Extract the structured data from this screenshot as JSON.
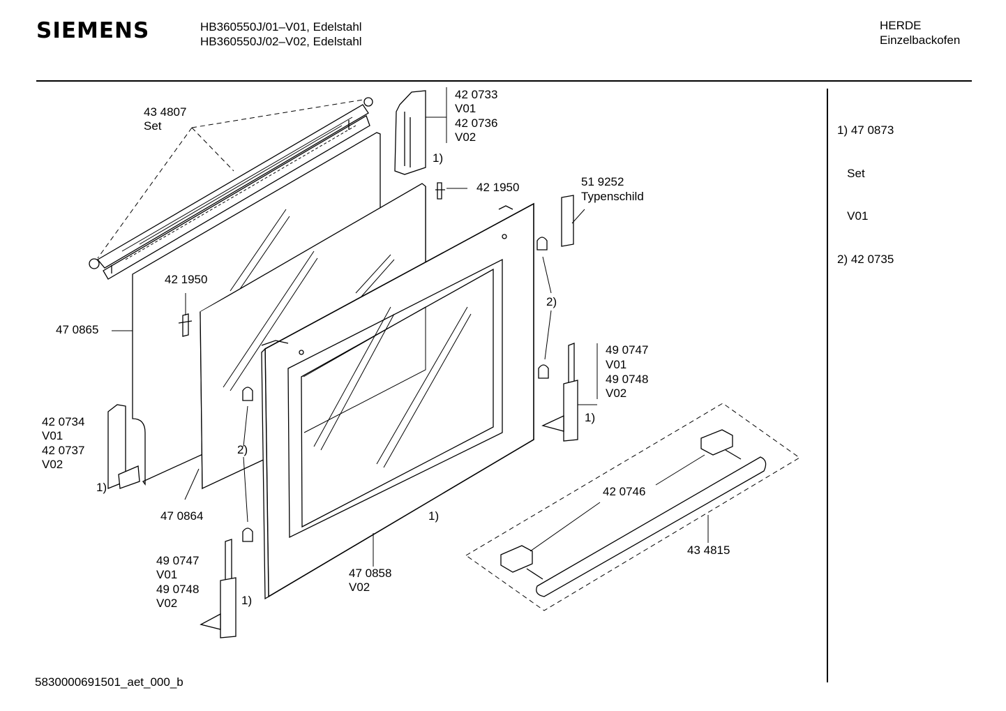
{
  "header": {
    "brand": "SIEMENS",
    "model_line_1": "HB360550J/01–V01, Edelstahl",
    "model_line_2": "HB360550J/02–V02, Edelstahl",
    "category_line_1": "HERDE",
    "category_line_2": "Einzelbackofen"
  },
  "legend": {
    "lines": [
      "1) 47 0873",
      "   Set",
      "   V01",
      "2) 42 0735"
    ]
  },
  "footer": {
    "document_id": "5830000691501_aet_000_b"
  },
  "parts": {
    "p434807": [
      "43 4807",
      "Set"
    ],
    "p420733": [
      "42 0733",
      "V01",
      "42 0736",
      "V02"
    ],
    "fn_top_bracket": "1)",
    "p421950_top": "42 1950",
    "p519252": [
      "51 9252",
      "Typenschild"
    ],
    "p421950_left": "42 1950",
    "p470865": "47 0865",
    "fn_hinge_right_top": "2)",
    "p490747_right": [
      "49 0747",
      "V01",
      "49 0748",
      "V02"
    ],
    "fn_hinge_right": "1)",
    "p420734": [
      "42 0734",
      "V01",
      "42 0737",
      "V02"
    ],
    "fn_left_bracket": "1)",
    "fn_hinge_left_top": "2)",
    "p420746": "42 0746",
    "p470864": "47 0864",
    "fn_outer_door": "1)",
    "p434815": "43 4815",
    "p490747_left": [
      "49 0747",
      "V01",
      "49 0748",
      "V02"
    ],
    "fn_hinge_left": "1)",
    "p470858": [
      "47 0858",
      "V02"
    ]
  }
}
